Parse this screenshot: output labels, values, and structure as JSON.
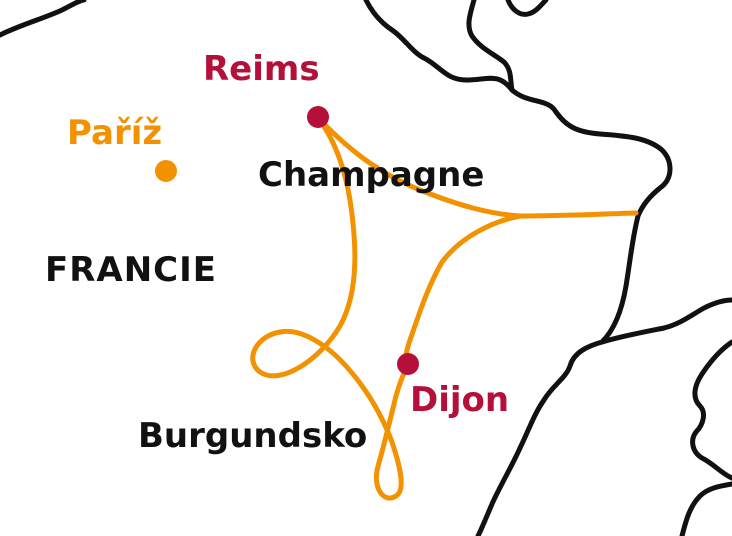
{
  "map": {
    "labels": {
      "reims": "Reims",
      "pariz": "Paříž",
      "champagne": "Champagne",
      "francie": "FRANCIE",
      "dijon": "Dijon",
      "burgundsko": "Burgundsko"
    },
    "colors": {
      "route": "#f39200",
      "city_marker": "#b4103a",
      "capital_marker": "#f39200",
      "border": "#111111",
      "background": "#ffffff"
    }
  }
}
